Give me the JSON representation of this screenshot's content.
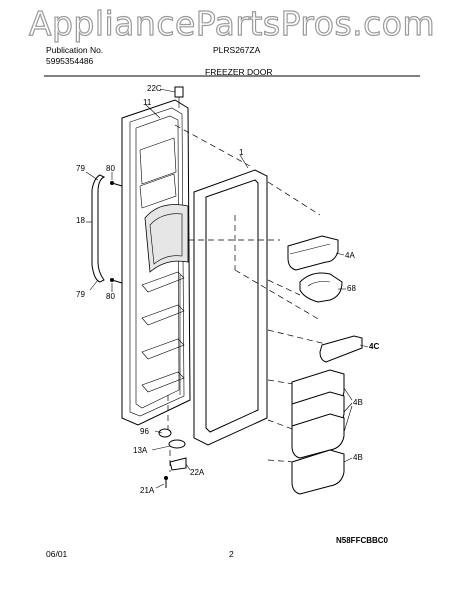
{
  "watermark": "AppliancePartsPros.com",
  "header": {
    "publication_label": "Publication No.",
    "publication_number": "5995354486",
    "model": "PLRS267ZA",
    "section_title": "FREEZER DOOR"
  },
  "callouts": {
    "c22C": "22C",
    "c11": "11",
    "c1": "1",
    "c79_top": "79",
    "c80_top": "80",
    "c18": "18",
    "c79_bottom": "79",
    "c80_bottom": "80",
    "c4A": "4A",
    "c68": "68",
    "c4C": "4C",
    "c4B_1": "4B",
    "c4B_2": "4B",
    "c96": "96",
    "c13A": "13A",
    "c22A": "22A",
    "c21A": "21A"
  },
  "footer": {
    "date": "06/01",
    "page": "2",
    "code": "N58FFCBBC0"
  }
}
